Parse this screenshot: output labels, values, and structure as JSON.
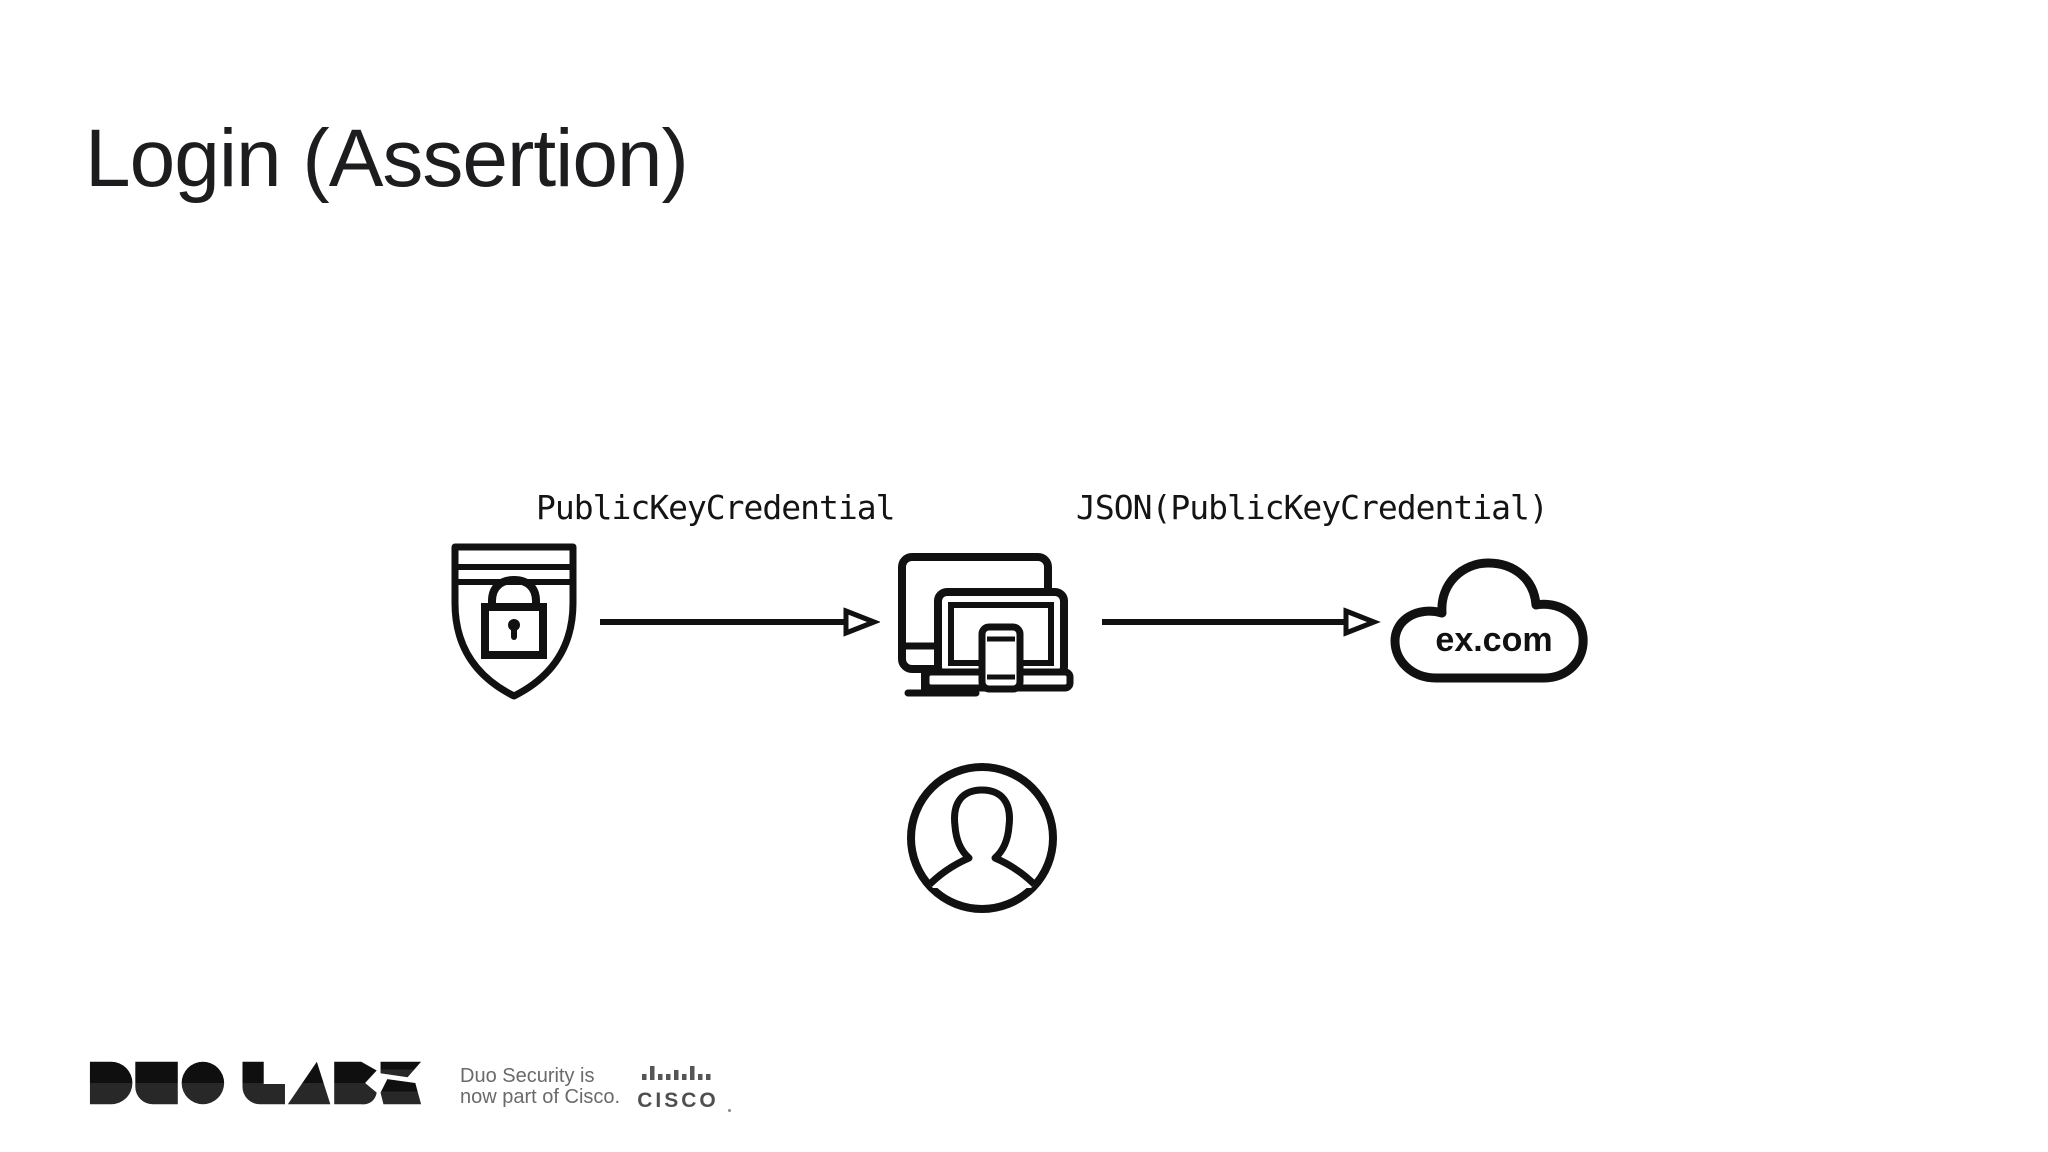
{
  "slide": {
    "title": "Login (Assertion)",
    "background_color": "#ffffff",
    "ink_color": "#111111"
  },
  "diagram": {
    "flow1_label": "PublicKeyCredential",
    "flow2_label": "JSON(PublicKeyCredential)",
    "nodes": {
      "authenticator": {
        "icon": "shield-lock-icon"
      },
      "client_devices": {
        "icon": "devices-icon"
      },
      "relying_party": {
        "icon": "cloud-icon",
        "label": "ex.com"
      },
      "user": {
        "icon": "person-icon"
      }
    }
  },
  "footer": {
    "duo_labs_logo_text": "DUO LABS",
    "tagline_line1": "Duo Security is",
    "tagline_line2": "now part of Cisco.",
    "cisco_logo_text": "CISCO",
    "gray_color": "#6a6a6c"
  }
}
